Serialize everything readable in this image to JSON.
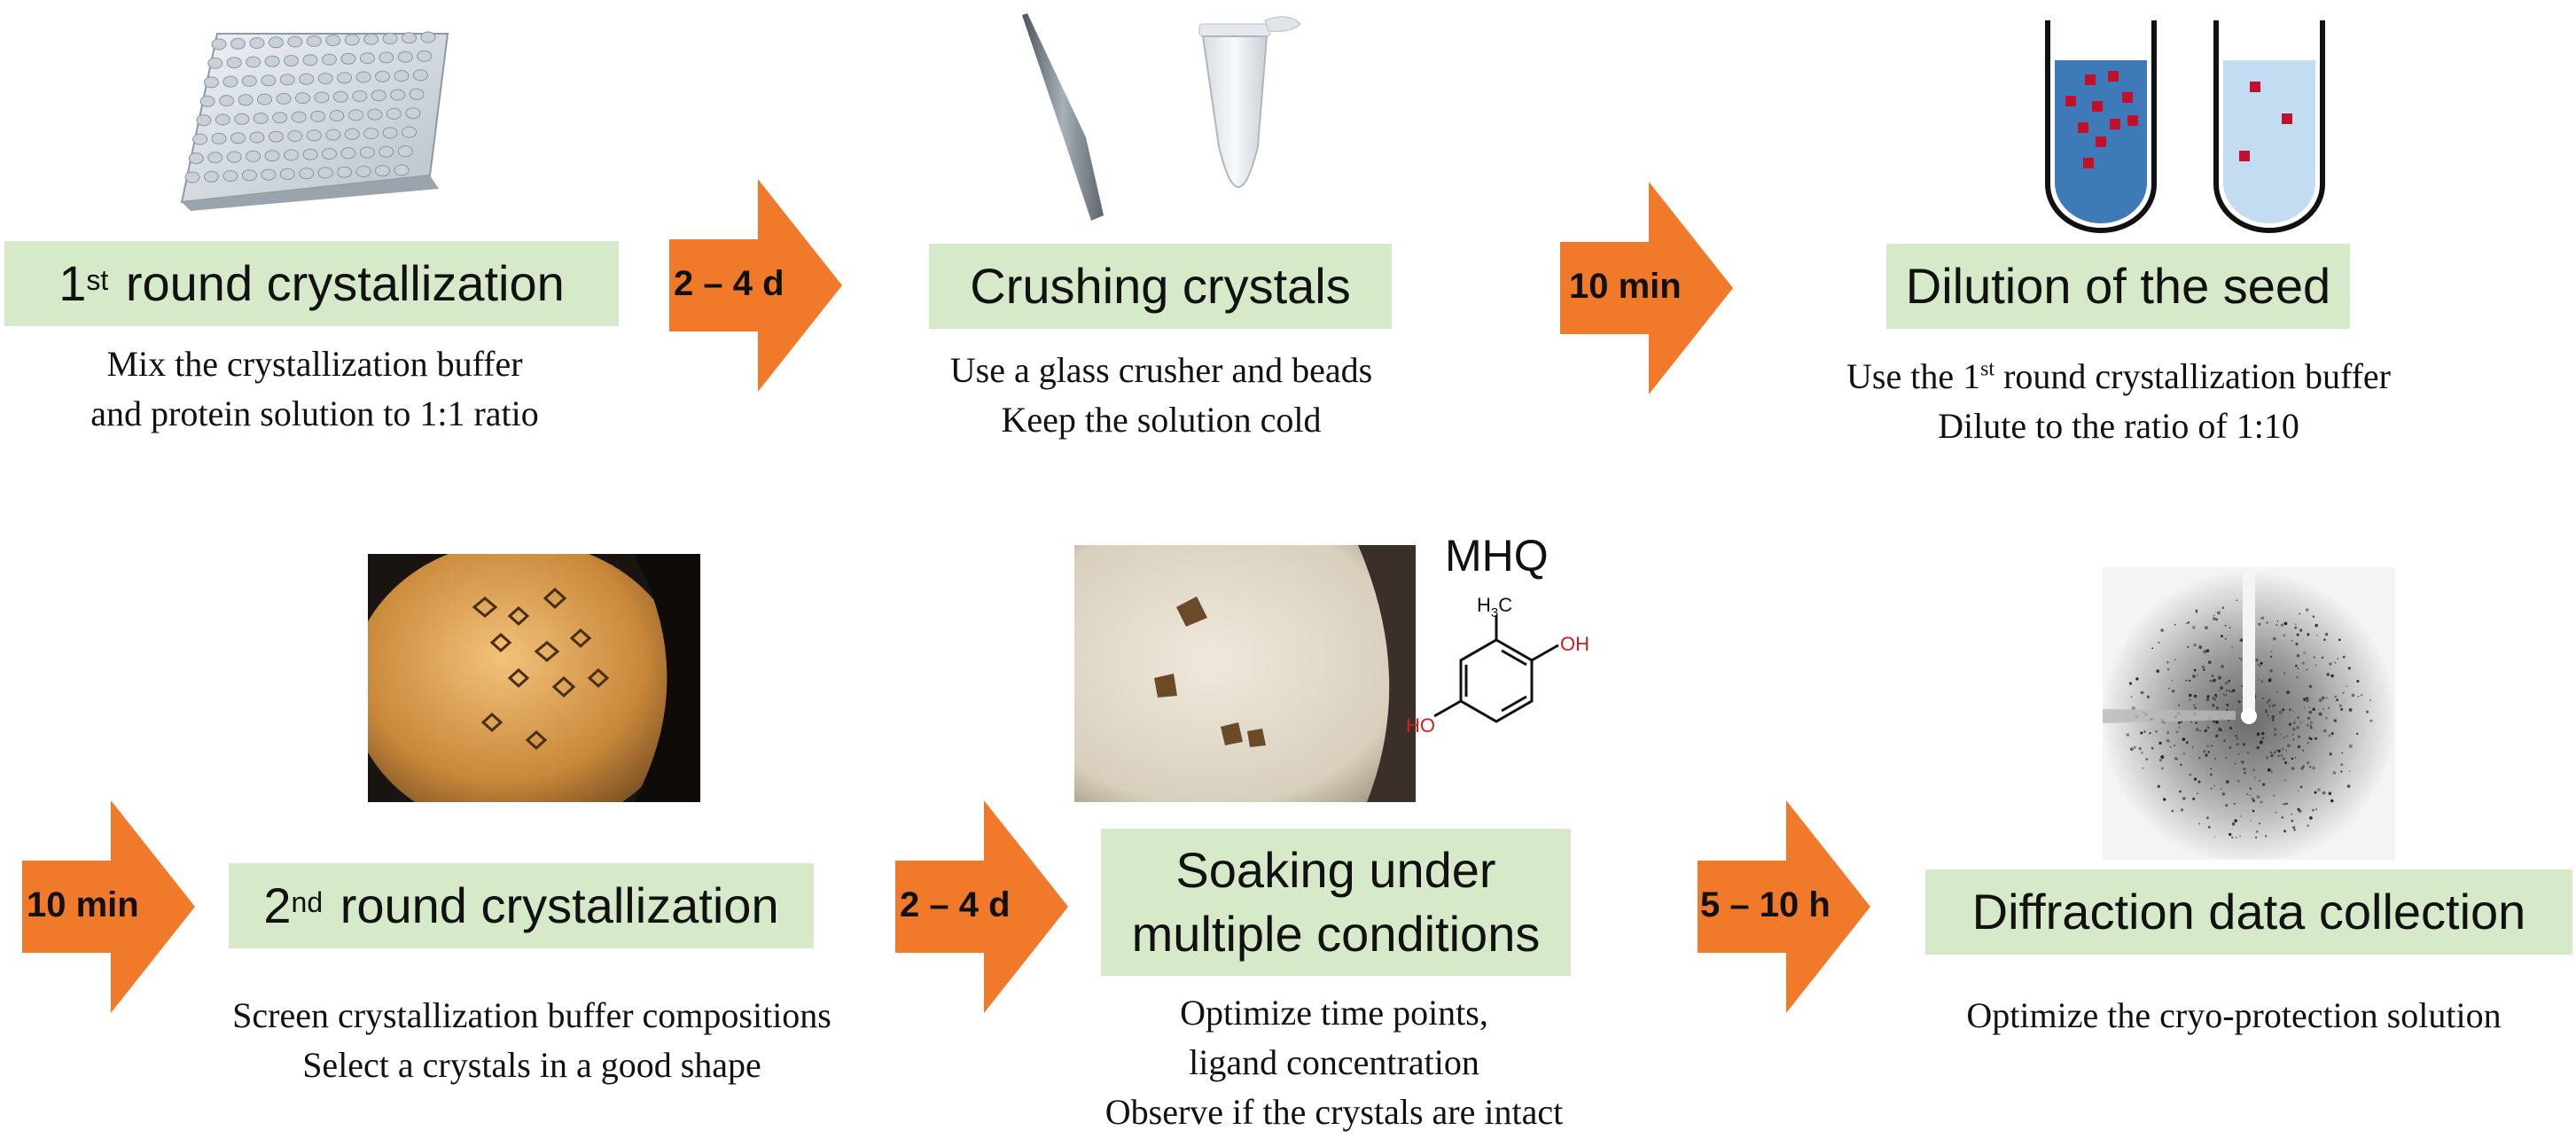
{
  "colors": {
    "box_fill": "#d6e9c8",
    "arrow_fill": "#f07a2a",
    "seed_red": "#c0102a",
    "tube_dark": "#3e7ab8",
    "tube_light": "#c4dcf2",
    "ligand_hydroxyl": "#d41c1c"
  },
  "steps": {
    "s1": {
      "title_prefix": "1",
      "title_sup": "st",
      "title_rest": " round crystallization",
      "desc_line1": "Mix the crystallization buffer",
      "desc_line2": "and protein solution to 1:1 ratio",
      "icon": "well-plate-image"
    },
    "s2": {
      "title": "Crushing crystals",
      "desc_line1": "Use a glass crusher and beads",
      "desc_line2": "Keep the solution cold",
      "icon": "glass-crusher-and-tube-image"
    },
    "s3": {
      "title": "Dilution of the seed",
      "desc_line1_prefix": "Use the 1",
      "desc_line1_sup": "st",
      "desc_line1_rest": " round crystallization buffer",
      "desc_line2": "Dilute to the ratio of 1:10",
      "icon": "seed-tube-icons"
    },
    "s4": {
      "title_prefix": "2",
      "title_sup": "nd",
      "title_rest": " round crystallization",
      "desc_line1": "Screen crystallization buffer compositions",
      "desc_line2": "Select a crystals in a good shape",
      "icon": "crystal-drop-photo"
    },
    "s5": {
      "title_line1": "Soaking under",
      "title_line2": "multiple conditions",
      "desc_line1": "Optimize time points,",
      "desc_line2": "ligand concentration",
      "desc_line3": "Observe if the crystals are intact",
      "icon": "soaked-crystals-photo",
      "ligand": {
        "name": "MHQ",
        "methyl_prefix": "H",
        "methyl_sub": "3",
        "methyl_suffix": "C",
        "hydroxyl_top": "OH",
        "hydroxyl_bottom": "HO"
      }
    },
    "s6": {
      "title": "Diffraction data collection",
      "desc_line1": "Optimize the cryo-protection solution",
      "icon": "diffraction-pattern-image"
    }
  },
  "arrows": {
    "a1": "2 – 4 d",
    "a2": "10 min",
    "a3": "10 min",
    "a4": "2 – 4 d",
    "a5": "5 – 10 h"
  }
}
